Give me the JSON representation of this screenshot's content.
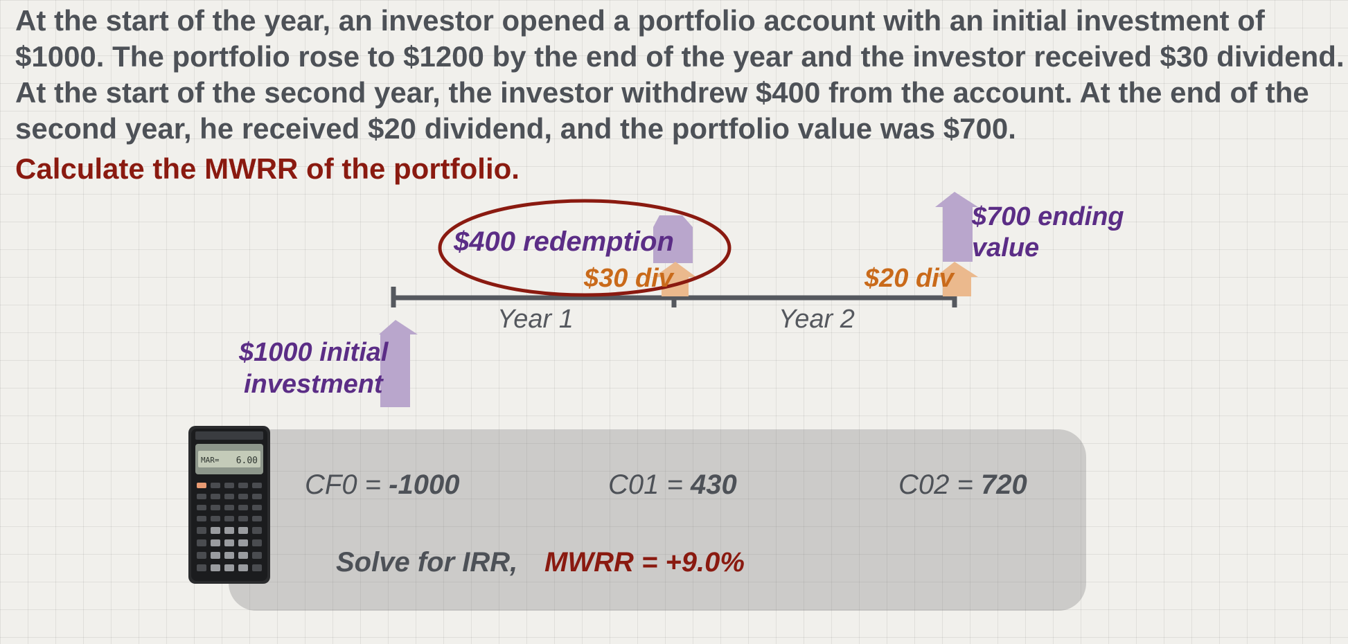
{
  "problem": {
    "text": "At the start of the year, an investor opened a portfolio account with an initial investment of $1000.  The portfolio rose to $1200 by the end of the year and the investor received $30 dividend.  At the start of the second year, the investor withdrew $400 from the account. At the end of the second year, he received $20 dividend, and the portfolio value was $700.",
    "question": "Calculate the MWRR of the portfolio."
  },
  "timeline": {
    "initial_label_line1": "$1000 initial",
    "initial_label_line2": "investment",
    "redemption_label": "$400 redemption",
    "div1_label": "$30 div",
    "div2_label": "$20 div",
    "ending_label_line1": "$700 ending",
    "ending_label_line2": "value",
    "year1": "Year 1",
    "year2": "Year 2"
  },
  "cashflows": {
    "cf0_name": "CF0 = ",
    "cf0_value": "-1000",
    "c01_name": "C01 = ",
    "c01_value": "430",
    "c02_name": "C02 = ",
    "c02_value": "720",
    "solve_text": "Solve for IRR,",
    "result": "MWRR = +9.0%"
  },
  "calculator": {
    "screen_left": "MAR=",
    "screen_right": "6.00"
  },
  "colors": {
    "title_gray": "#4d5157",
    "accent_red": "#8a1a10",
    "purple": "#5b2d86",
    "orange": "#c96a1a",
    "arrow_purple": "#b9a6cc",
    "arrow_orange": "#ebb98d"
  }
}
